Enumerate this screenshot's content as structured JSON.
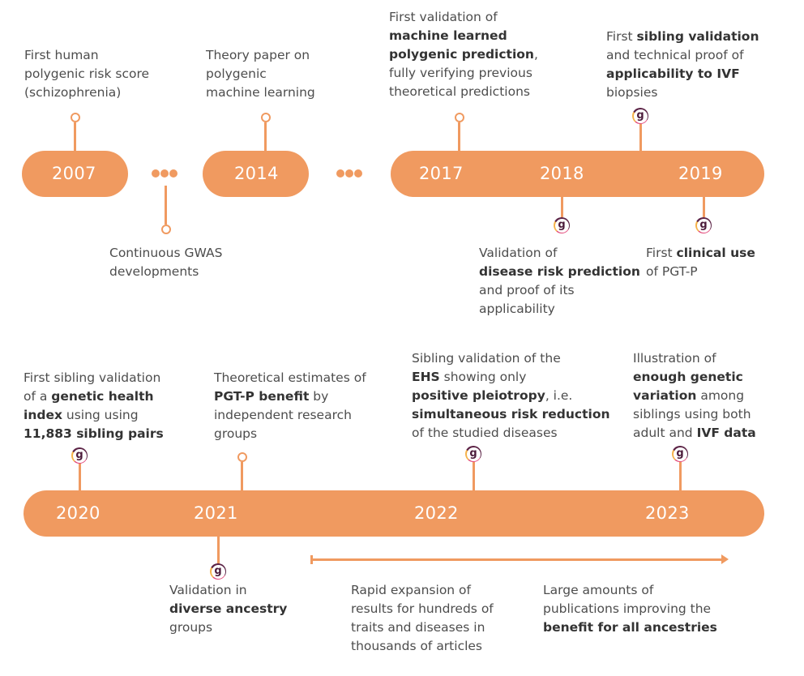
{
  "colors": {
    "accent": "#f09a60",
    "text": "#4d4d4d",
    "bold_text": "#333333",
    "year_text": "#ffffff",
    "logo_dark": "#5b2245"
  },
  "row1": {
    "years": {
      "y2007": "2007",
      "y2014": "2014",
      "y2017": "2017",
      "y2018": "2018",
      "y2019": "2019"
    },
    "events": {
      "e2007": {
        "lines": [
          "First human",
          "polygenic risk score",
          "(schizophrenia)"
        ]
      },
      "gwas": {
        "lines": [
          "Continuous GWAS",
          "developments"
        ]
      },
      "e2014": {
        "lines": [
          "Theory paper on",
          "polygenic",
          "machine learning"
        ]
      },
      "e2017": {
        "l1": "First validation of",
        "l2_b": "machine learned",
        "l3_b": "polygenic prediction",
        "l3_t": ",",
        "l4": "fully verifying previous",
        "l5": "theoretical predictions"
      },
      "e2018": {
        "l1": "Validation of",
        "l2_b": "disease risk prediction",
        "l3": "and proof of its",
        "l4": "applicability"
      },
      "e2018b": {
        "l1_t": "First ",
        "l1_b": "sibling validation",
        "l2": "and technical proof of",
        "l3_b": "applicability to IVF",
        "l4": "biopsies"
      },
      "e2019": {
        "l1_t": "First ",
        "l1_b": "clinical use",
        "l2": "of PGT-P"
      }
    }
  },
  "row2": {
    "years": {
      "y2020": "2020",
      "y2021": "2021",
      "y2022": "2022",
      "y2023": "2023"
    },
    "events": {
      "e2020": {
        "l1": "First sibling validation",
        "l2_t": "of a ",
        "l2_b": "genetic health",
        "l3_b": "index",
        "l3_t": " using using",
        "l4_b": "11,883 sibling pairs"
      },
      "e2021a": {
        "l1": "Theoretical estimates of",
        "l2_b": "PGT-P benefit",
        "l2_t": " by",
        "l3": "independent research",
        "l4": "groups"
      },
      "e2021b": {
        "l1": "Validation in",
        "l2_b": "diverse ancestry",
        "l3": "groups"
      },
      "e2022": {
        "l1": "Sibling validation of the",
        "l2_b": "EHS",
        "l2_t": " showing only",
        "l3_b": "positive pleiotropy",
        "l3_t": ", i.e.",
        "l4_b": "simultaneous risk reduction",
        "l5": "of the studied diseases"
      },
      "e2023": {
        "l1": "Illustration of",
        "l2_b": "enough genetic",
        "l3_b": "variation",
        "l3_t": " among",
        "l4": "siblings using both",
        "l5_t": "adult and ",
        "l5_b": "IVF data"
      },
      "rapid": {
        "lines": [
          "Rapid expansion of",
          "results for hundreds of",
          "traits and diseases in",
          "thousands of articles"
        ]
      },
      "large": {
        "l1": "Large amounts of",
        "l2": "publications improving the",
        "l3_b": "benefit for all ancestries"
      }
    }
  },
  "icons": {
    "logo_glyph": "g",
    "ellipsis": "ellipsis-dots",
    "marker": "ring-marker",
    "arrow": "range-arrow"
  }
}
